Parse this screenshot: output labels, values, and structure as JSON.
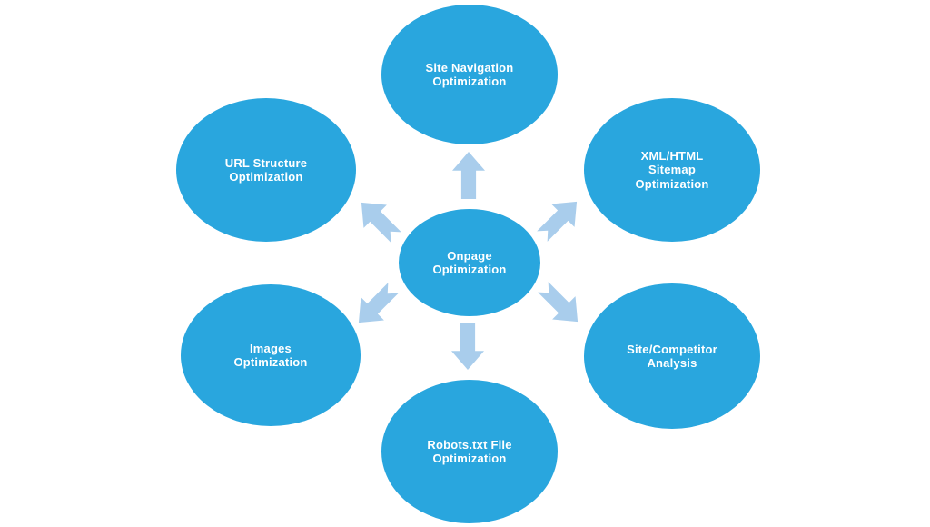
{
  "diagram": {
    "type": "hub-and-spoke",
    "colors": {
      "background": "#ffffff",
      "node": "#29a6de",
      "arrow": "#a9cdec",
      "text": "#ffffff"
    },
    "hub": {
      "id": "onpage-optimization",
      "label": "Onpage\nOptimization"
    },
    "nodes": [
      {
        "id": "site-navigation-optimization",
        "position": "top",
        "label": "Site Navigation\nOptimization"
      },
      {
        "id": "url-structure-optimization",
        "position": "upper-left",
        "label": "URL Structure\nOptimization"
      },
      {
        "id": "xml-html-sitemap-optimization",
        "position": "upper-right",
        "label": "XML/HTML\nSitemap\nOptimization"
      },
      {
        "id": "images-optimization",
        "position": "lower-left",
        "label": "Images\nOptimization"
      },
      {
        "id": "site-competitor-analysis",
        "position": "lower-right",
        "label": "Site/Competitor\nAnalysis"
      },
      {
        "id": "robots-txt-file-optimization",
        "position": "bottom",
        "label": "Robots.txt File\nOptimization"
      }
    ],
    "arrows": [
      {
        "direction": "up",
        "from": "onpage-optimization",
        "to": "site-navigation-optimization"
      },
      {
        "direction": "up-left",
        "from": "onpage-optimization",
        "to": "url-structure-optimization"
      },
      {
        "direction": "up-right",
        "from": "onpage-optimization",
        "to": "xml-html-sitemap-optimization"
      },
      {
        "direction": "down-left",
        "from": "onpage-optimization",
        "to": "images-optimization"
      },
      {
        "direction": "down-right",
        "from": "onpage-optimization",
        "to": "site-competitor-analysis"
      },
      {
        "direction": "down",
        "from": "onpage-optimization",
        "to": "robots-txt-file-optimization"
      }
    ]
  }
}
